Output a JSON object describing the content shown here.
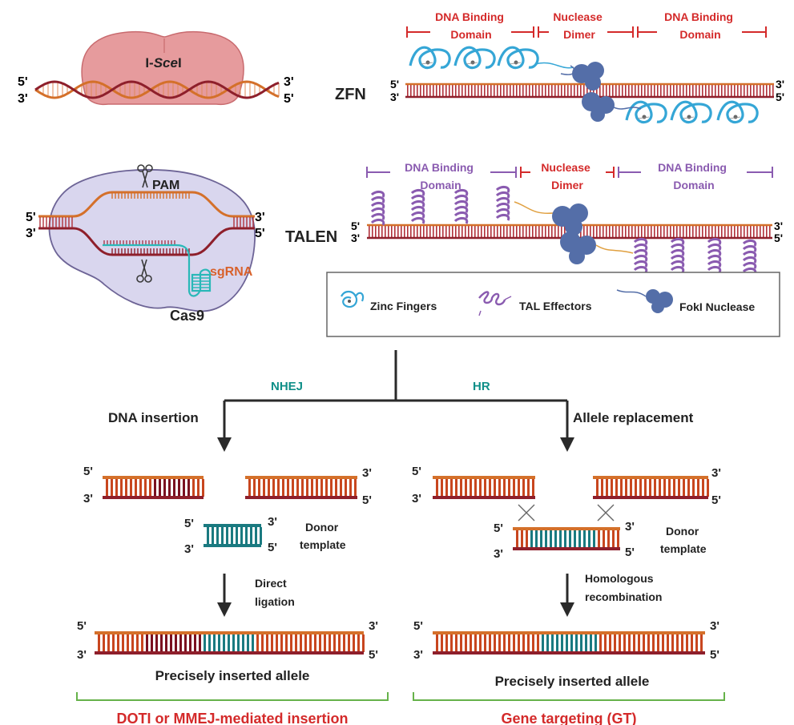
{
  "colors": {
    "dna_top": "#d4702a",
    "dna_bottom": "#8e1f2b",
    "dna_rungs_top": "#c8461f",
    "dna_rungs_bottom": "#a02233",
    "donor": "#1a7a80",
    "red_label": "#d42a2a",
    "purple_label": "#8a5bb0",
    "teal_label": "#0f8f88",
    "zinc_finger": "#35a6d6",
    "tal_effector": "#8a5bb0",
    "fokI": "#546ea8",
    "cas9_fill": "#d9d6ee",
    "isce_fill": "#e28a8c",
    "gt_bracket": "#66b24a",
    "sgRNA_label": "#d8612b",
    "sgRNA_line": "#2ab8b8"
  },
  "isce": {
    "name_prefix": "I-",
    "name_italic": "Sce",
    "name_suffix": "I",
    "left_top": "5'",
    "left_bottom": "3'",
    "right_top": "3'",
    "right_bottom": "5'"
  },
  "zfn": {
    "label": "ZFN",
    "left_top": "5'",
    "left_bottom": "3'",
    "right_top": "3'",
    "right_bottom": "5'",
    "dbd_left_1": "DNA Binding",
    "dbd_left_2": "Domain",
    "nuc_1": "Nuclease",
    "nuc_2": "Dimer",
    "dbd_right_1": "DNA Binding",
    "dbd_right_2": "Domain"
  },
  "cas9": {
    "pam": "PAM",
    "sgrna": "sgRNA",
    "name": "Cas9",
    "left_top": "5'",
    "left_bottom": "3'",
    "right_top": "3'",
    "right_bottom": "5'"
  },
  "talen": {
    "label": "TALEN",
    "left_top": "5'",
    "left_bottom": "3'",
    "right_top": "3'",
    "right_bottom": "5'",
    "dbd_left_1": "DNA Binding",
    "dbd_left_2": "Domain",
    "nuc_1": "Nuclease",
    "nuc_2": "Dimer",
    "dbd_right_1": "DNA Binding",
    "dbd_right_2": "Domain"
  },
  "legend": {
    "zinc_fingers": "Zinc Fingers",
    "tal_effectors": "TAL Effectors",
    "foki": "FokI Nuclease"
  },
  "pathways": {
    "nhej": "NHEJ",
    "hr": "HR",
    "dna_insertion": "DNA insertion",
    "allele_replacement": "Allele replacement",
    "donor_1": "Donor",
    "donor_2": "template",
    "direct_1": "Direct",
    "direct_2": "ligation",
    "homol_1": "Homologous",
    "homol_2": "recombination",
    "precise": "Precisely inserted allele",
    "doti": "DOTI or MMEJ-mediated insertion",
    "gt": "Gene targeting (GT)",
    "five": "5'",
    "three": "3'"
  }
}
